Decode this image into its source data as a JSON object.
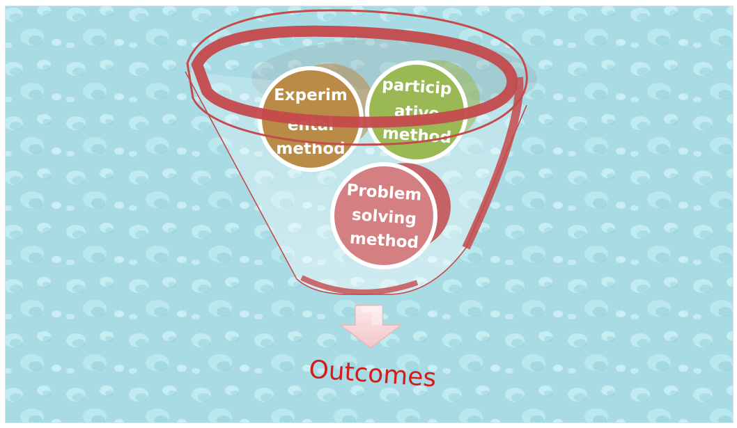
{
  "diagram": {
    "nodes": [
      {
        "id": "experimental",
        "lines": [
          "Experim",
          "ental",
          "method"
        ],
        "color": "#b98b47"
      },
      {
        "id": "participative",
        "lines": [
          "particip",
          "ative",
          "method"
        ],
        "color": "#9ab854"
      },
      {
        "id": "problem-solving",
        "lines": [
          "Problem",
          "solving",
          "method"
        ],
        "color": "#d47f82"
      }
    ],
    "outcome": {
      "label": "Outcomes",
      "color": "#d61b1b"
    },
    "funnel_color": "#c44a4c",
    "background_color": "#a9dde6"
  }
}
